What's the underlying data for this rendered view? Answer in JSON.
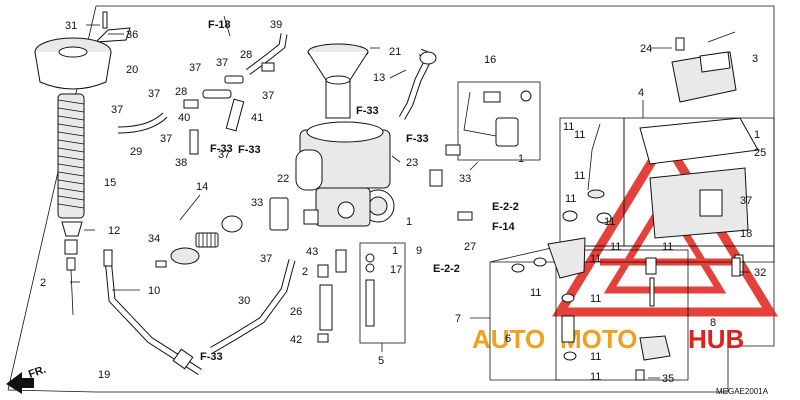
{
  "diagram_code": "MEGAE2001A",
  "front_label": "FR.",
  "watermark": {
    "text_a": "AUTO",
    "text_b": "MOTO",
    "text_c": "HUB",
    "color_red": "#e0201a",
    "color_orange": "#f0a020"
  },
  "labels": {
    "l1": "31",
    "l2": "36",
    "l3": "20",
    "l4": "15",
    "l5": "12",
    "l6": "2",
    "l7": "34",
    "l8": "10",
    "l9": "19",
    "l10": "14",
    "l11": "29",
    "l12": "37",
    "l13": "37",
    "l14": "28",
    "l15": "40",
    "l16": "37",
    "l17": "38",
    "l18": "F-33",
    "l19": "37",
    "l20": "F-18",
    "l21": "39",
    "l22": "28",
    "l23": "37",
    "l24": "37",
    "l25": "41",
    "l26": "37",
    "l27": "F-33",
    "l28": "21",
    "l29": "13",
    "l30": "F-33",
    "l31": "F-33",
    "l32": "23",
    "l33": "22",
    "l34": "33",
    "l35": "37",
    "l36": "43",
    "l37": "2",
    "l38": "30",
    "l39": "26",
    "l40": "42",
    "l41": "F-33",
    "l42": "1",
    "l43": "17",
    "l44": "5",
    "l45": "9",
    "l46": "16",
    "l47": "1",
    "l48": "33",
    "l49": "E-2-2",
    "l50": "F-14",
    "l51": "27",
    "l52": "E-2-2",
    "l53": "1",
    "l54": "24",
    "l55": "3",
    "l56": "4",
    "l57": "11",
    "l58": "11",
    "l59": "11",
    "l60": "1",
    "l61": "25",
    "l62": "37",
    "l63": "18",
    "l64": "11",
    "l65": "11",
    "l66": "11",
    "l67": "8",
    "l68": "11",
    "l69": "11",
    "l70": "11",
    "l71": "11",
    "l72": "7",
    "l73": "6",
    "l74": "32",
    "l75": "35",
    "l76": "11",
    "l77": "11"
  }
}
